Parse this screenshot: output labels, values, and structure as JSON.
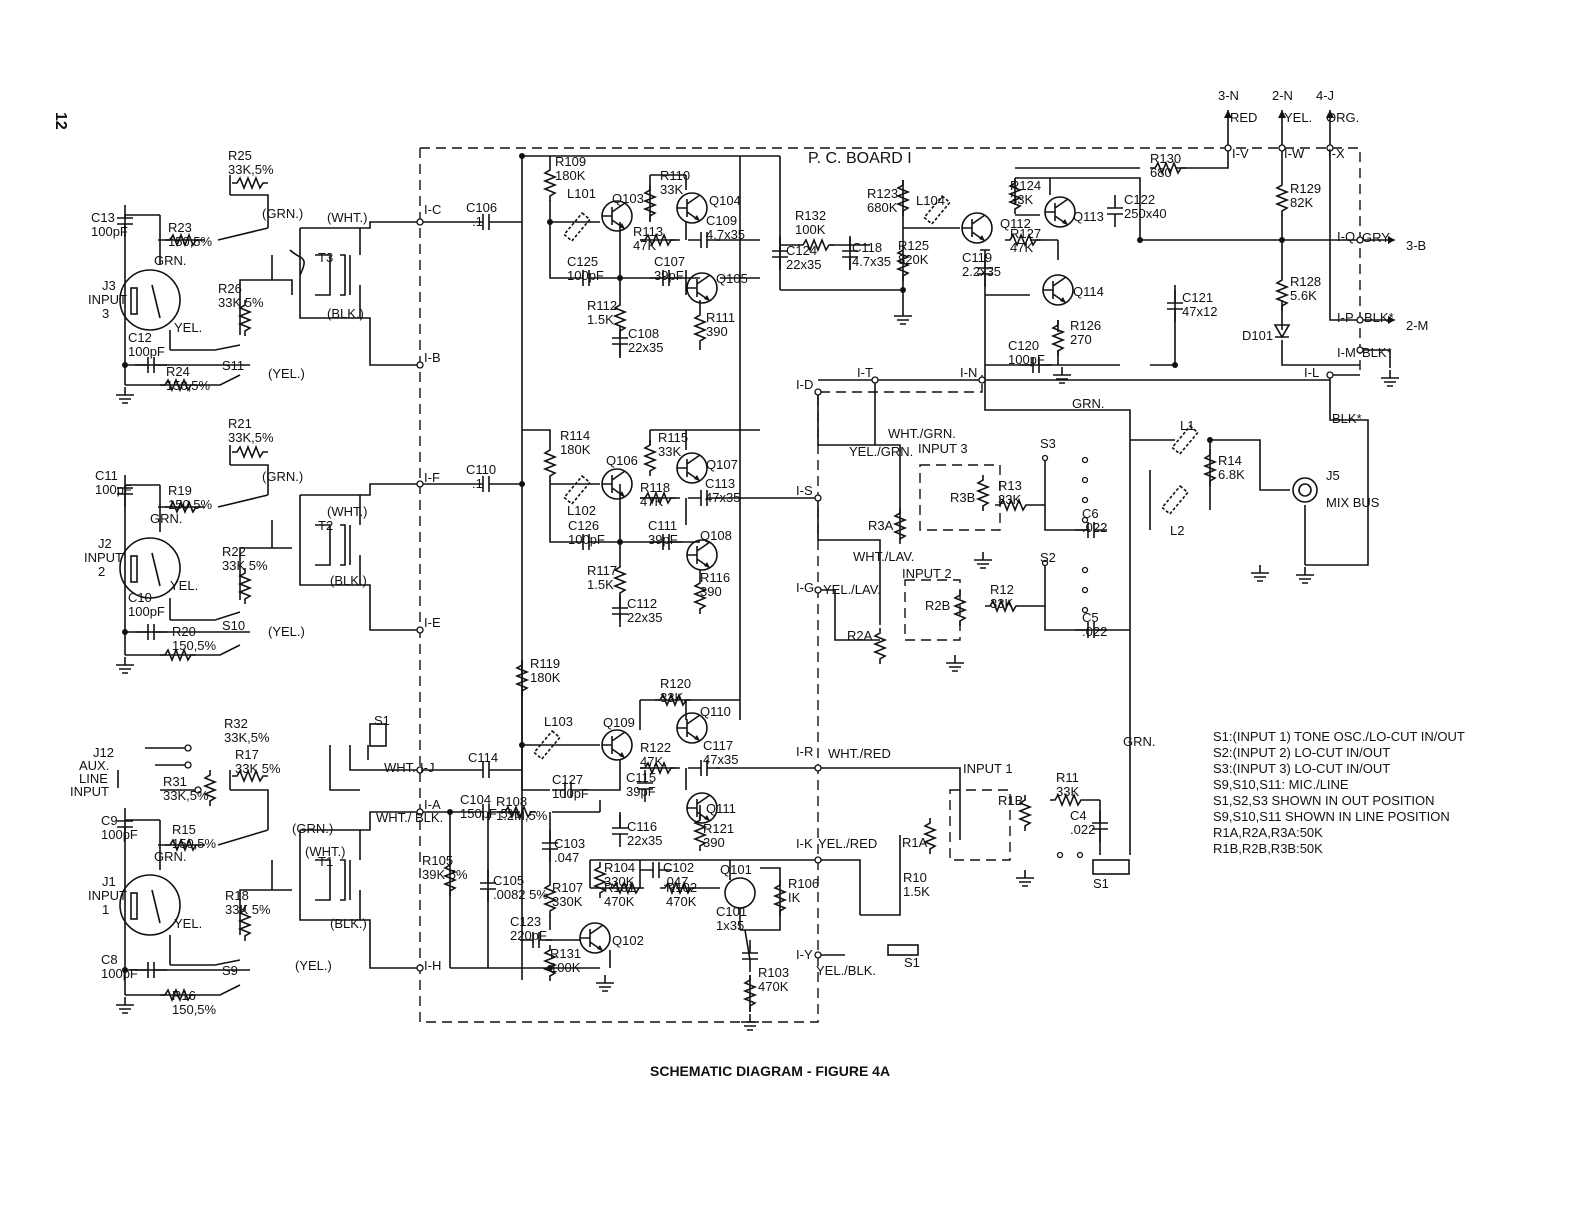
{
  "page_number": "12",
  "caption": "SCHEMATIC DIAGRAM - FIGURE 4A",
  "board_label": "P. C. BOARD I",
  "terminals": [
    {
      "id": "t_ic",
      "text": "I-C"
    },
    {
      "id": "t_ib",
      "text": "I-B"
    },
    {
      "id": "t_if",
      "text": "I-F"
    },
    {
      "id": "t_ie",
      "text": "I-E"
    },
    {
      "id": "t_ij",
      "text": "I-J"
    },
    {
      "id": "t_ia",
      "text": "I-A"
    },
    {
      "id": "t_ih",
      "text": "I-H"
    },
    {
      "id": "t_id",
      "text": "I-D"
    },
    {
      "id": "t_is",
      "text": "I-S"
    },
    {
      "id": "t_ig",
      "text": "I-G"
    },
    {
      "id": "t_ir",
      "text": "I-R"
    },
    {
      "id": "t_ik",
      "text": "I-K"
    },
    {
      "id": "t_iy",
      "text": "I-Y"
    },
    {
      "id": "t_it",
      "text": "I-T"
    },
    {
      "id": "t_in",
      "text": "I-N"
    },
    {
      "id": "t_il",
      "text": "I-L"
    },
    {
      "id": "t_iv",
      "text": "I-V"
    },
    {
      "id": "t_iw",
      "text": "I-W"
    },
    {
      "id": "t_ix",
      "text": "I-X"
    },
    {
      "id": "t_iq",
      "text": "I-Q"
    },
    {
      "id": "t_ip",
      "text": "I-P"
    },
    {
      "id": "t_im",
      "text": "I-M"
    }
  ],
  "external_connections": [
    {
      "id": "x_3n",
      "text": "3-N"
    },
    {
      "id": "x_2n",
      "text": "2-N"
    },
    {
      "id": "x_4j",
      "text": "4-J"
    },
    {
      "id": "x_3b",
      "text": "3-B"
    },
    {
      "id": "x_2m",
      "text": "2-M"
    }
  ],
  "wire_colors": [
    {
      "id": "c_red",
      "text": "RED"
    },
    {
      "id": "c_yel",
      "text": "YEL."
    },
    {
      "id": "c_org",
      "text": "ORG."
    },
    {
      "id": "c_gry",
      "text": "GRY."
    },
    {
      "id": "c_blk1",
      "text": "BLK*"
    },
    {
      "id": "c_blk2",
      "text": "BLK*"
    },
    {
      "id": "c_blk3",
      "text": "BLK*"
    },
    {
      "id": "c_grn",
      "text": "GRN."
    },
    {
      "id": "c_grn2",
      "text": "GRN."
    },
    {
      "id": "c_whtgrn",
      "text": "WHT./GRN."
    },
    {
      "id": "c_yelgrn",
      "text": "YEL./GRN."
    },
    {
      "id": "c_whtlav",
      "text": "WHT./LAV."
    },
    {
      "id": "c_yellav",
      "text": "YEL./LAV."
    },
    {
      "id": "c_whtred",
      "text": "WHT./RED"
    },
    {
      "id": "c_yelred",
      "text": "YEL./RED"
    },
    {
      "id": "c_yelblk",
      "text": "YEL./BLK."
    },
    {
      "id": "c_wht",
      "text": "WHT."
    },
    {
      "id": "c_whtblk",
      "text": "WHT./ BLK."
    },
    {
      "id": "c_t3w",
      "text": "(WHT.)"
    },
    {
      "id": "c_t3b",
      "text": "(BLK.)"
    },
    {
      "id": "c_t2w",
      "text": "(WHT.)"
    },
    {
      "id": "c_t2b",
      "text": "(BLK.)"
    },
    {
      "id": "c_t1w",
      "text": "(WHT.)"
    },
    {
      "id": "c_t1b",
      "text": "(BLK.)"
    },
    {
      "id": "c_j3g",
      "text": "(GRN.)"
    },
    {
      "id": "c_j3y",
      "text": "(YEL.)"
    },
    {
      "id": "c_j2g",
      "text": "(GRN.)"
    },
    {
      "id": "c_j2y",
      "text": "(YEL.)"
    },
    {
      "id": "c_j1g",
      "text": "(GRN.)"
    },
    {
      "id": "c_j1y",
      "text": "(YEL.)"
    }
  ],
  "components": [
    {
      "id": "r25",
      "ref": "R25",
      "val": "33K,5%"
    },
    {
      "id": "r23",
      "ref": "R23",
      "val": "150,5%"
    },
    {
      "id": "c13",
      "ref": "C13",
      "val": "100pF"
    },
    {
      "id": "r26",
      "ref": "R26",
      "val": "33K 5%"
    },
    {
      "id": "c12",
      "ref": "C12",
      "val": "100pF"
    },
    {
      "id": "r24",
      "ref": "R24",
      "val": "150,5%"
    },
    {
      "id": "r21",
      "ref": "R21",
      "val": "33K,5%"
    },
    {
      "id": "r19",
      "ref": "R19",
      "val": "150,5%"
    },
    {
      "id": "c11",
      "ref": "C11",
      "val": "100pF"
    },
    {
      "id": "r22",
      "ref": "R22",
      "val": "33K 5%"
    },
    {
      "id": "c10",
      "ref": "C10",
      "val": "100pF"
    },
    {
      "id": "r20",
      "ref": "R20",
      "val": "150,5%"
    },
    {
      "id": "r32",
      "ref": "R32",
      "val": "33K,5%"
    },
    {
      "id": "r31",
      "ref": "R31",
      "val": "33K,5%"
    },
    {
      "id": "r17",
      "ref": "R17",
      "val": "33K 5%"
    },
    {
      "id": "c9",
      "ref": "C9",
      "val": "100pF"
    },
    {
      "id": "r15",
      "ref": "R15",
      "val": "150,5%"
    },
    {
      "id": "r18",
      "ref": "R18",
      "val": "33K 5%"
    },
    {
      "id": "c8",
      "ref": "C8",
      "val": "100pF"
    },
    {
      "id": "r16",
      "ref": "R16",
      "val": "150,5%"
    },
    {
      "id": "c106",
      "ref": "C106",
      "val": ".1"
    },
    {
      "id": "c110",
      "ref": "C110",
      "val": ".1"
    },
    {
      "id": "r109",
      "ref": "R109",
      "val": "180K"
    },
    {
      "id": "r110",
      "ref": "R110",
      "val": "33K"
    },
    {
      "id": "r113",
      "ref": "R113",
      "val": "47K"
    },
    {
      "id": "c109",
      "ref": "C109",
      "val": "4.7x35"
    },
    {
      "id": "c125",
      "ref": "C125",
      "val": "100pF"
    },
    {
      "id": "c107",
      "ref": "C107",
      "val": "39pF"
    },
    {
      "id": "r112",
      "ref": "R112",
      "val": "1.5K"
    },
    {
      "id": "r111",
      "ref": "R111",
      "val": "390"
    },
    {
      "id": "c108",
      "ref": "C108",
      "val": "22x35"
    },
    {
      "id": "r114",
      "ref": "R114",
      "val": "180K"
    },
    {
      "id": "r115",
      "ref": "R115",
      "val": "33K"
    },
    {
      "id": "r118",
      "ref": "R118",
      "val": "47K"
    },
    {
      "id": "c113",
      "ref": "C113",
      "val": "47x35"
    },
    {
      "id": "c126",
      "ref": "C126",
      "val": "100pF"
    },
    {
      "id": "c111",
      "ref": "C111",
      "val": "39pF"
    },
    {
      "id": "r117",
      "ref": "R117",
      "val": "1.5K"
    },
    {
      "id": "r116",
      "ref": "R116",
      "val": "390"
    },
    {
      "id": "c112",
      "ref": "C112",
      "val": "22x35"
    },
    {
      "id": "r119",
      "ref": "R119",
      "val": "180K"
    },
    {
      "id": "r120",
      "ref": "R120",
      "val": "33K"
    },
    {
      "id": "r122",
      "ref": "R122",
      "val": "47K"
    },
    {
      "id": "c117",
      "ref": "C117",
      "val": "47x35"
    },
    {
      "id": "c115",
      "ref": "C115",
      "val": "39pF"
    },
    {
      "id": "c114",
      "ref": "C114",
      "val": ""
    },
    {
      "id": "c127",
      "ref": "C127",
      "val": "100pF"
    },
    {
      "id": "c104",
      "ref": "C104",
      "val": "150pF 5%"
    },
    {
      "id": "r108",
      "ref": "R108",
      "val": "1.2M,5%"
    },
    {
      "id": "c103",
      "ref": "C103",
      "val": ".047"
    },
    {
      "id": "c116",
      "ref": "C116",
      "val": "22x35"
    },
    {
      "id": "r121",
      "ref": "R121",
      "val": "390"
    },
    {
      "id": "r105",
      "ref": "R105",
      "val": "39K 5%"
    },
    {
      "id": "c105",
      "ref": "C105",
      "val": ".0082 5%"
    },
    {
      "id": "r107",
      "ref": "R107",
      "val": "330K"
    },
    {
      "id": "r104",
      "ref": "R104",
      "val": "330K"
    },
    {
      "id": "c102",
      "ref": "C102",
      "val": ".047"
    },
    {
      "id": "r101",
      "ref": "R101",
      "val": "470K"
    },
    {
      "id": "r102",
      "ref": "R102",
      "val": "470K"
    },
    {
      "id": "r106",
      "ref": "R106",
      "val": "IK"
    },
    {
      "id": "c123",
      "ref": "C123",
      "val": "220pF"
    },
    {
      "id": "r131",
      "ref": "R131",
      "val": "100K"
    },
    {
      "id": "c101",
      "ref": "C101",
      "val": "1x35"
    },
    {
      "id": "r103",
      "ref": "R103",
      "val": "470K"
    },
    {
      "id": "r132",
      "ref": "R132",
      "val": "100K"
    },
    {
      "id": "c124",
      "ref": "C124",
      "val": "22x35"
    },
    {
      "id": "r123",
      "ref": "R123",
      "val": "680K"
    },
    {
      "id": "c118",
      "ref": "C118",
      "val": "4.7x35"
    },
    {
      "id": "r125",
      "ref": "R125",
      "val": "820K"
    },
    {
      "id": "r124",
      "ref": "R124",
      "val": "33K"
    },
    {
      "id": "r127",
      "ref": "R127",
      "val": "47K"
    },
    {
      "id": "c119",
      "ref": "C119",
      "val": "2.2x35"
    },
    {
      "id": "r130",
      "ref": "R130",
      "val": "680"
    },
    {
      "id": "c122",
      "ref": "C122",
      "val": "250x40"
    },
    {
      "id": "r129",
      "ref": "R129",
      "val": "82K"
    },
    {
      "id": "r128",
      "ref": "R128",
      "val": "5.6K"
    },
    {
      "id": "c121",
      "ref": "C121",
      "val": "47x12"
    },
    {
      "id": "r126",
      "ref": "R126",
      "val": "270"
    },
    {
      "id": "c120",
      "ref": "C120",
      "val": "100pF"
    },
    {
      "id": "r14",
      "ref": "R14",
      "val": "6.8K"
    },
    {
      "id": "r13",
      "ref": "R13",
      "val": "33K"
    },
    {
      "id": "c6",
      "ref": "C6",
      "val": ".022"
    },
    {
      "id": "r12",
      "ref": "R12",
      "val": "33K"
    },
    {
      "id": "c5",
      "ref": "C5",
      "val": ".022"
    },
    {
      "id": "r11",
      "ref": "R11",
      "val": "33K"
    },
    {
      "id": "c4",
      "ref": "C4",
      "val": ".022"
    },
    {
      "id": "r10",
      "ref": "R10",
      "val": "1.5K"
    }
  ],
  "parts": [
    {
      "id": "q103",
      "text": "Q103"
    },
    {
      "id": "q104",
      "text": "Q104"
    },
    {
      "id": "q105",
      "text": "Q105"
    },
    {
      "id": "q106",
      "text": "Q106"
    },
    {
      "id": "q107",
      "text": "Q107"
    },
    {
      "id": "q108",
      "text": "Q108"
    },
    {
      "id": "q109",
      "text": "Q109"
    },
    {
      "id": "q110",
      "text": "Q110"
    },
    {
      "id": "q111",
      "text": "Q111"
    },
    {
      "id": "q101",
      "text": "Q101"
    },
    {
      "id": "q102",
      "text": "Q102"
    },
    {
      "id": "q112",
      "text": "Q112"
    },
    {
      "id": "q113",
      "text": "Q113"
    },
    {
      "id": "q114",
      "text": "Q114"
    },
    {
      "id": "l101",
      "text": "L101"
    },
    {
      "id": "l102",
      "text": "L102"
    },
    {
      "id": "l103",
      "text": "L103"
    },
    {
      "id": "l104",
      "text": "L104"
    },
    {
      "id": "l1",
      "text": "L1"
    },
    {
      "id": "l2",
      "text": "L2"
    },
    {
      "id": "d101",
      "text": "D101"
    },
    {
      "id": "t3",
      "text": "T3"
    },
    {
      "id": "t2",
      "text": "T2"
    },
    {
      "id": "t1",
      "text": "T1"
    },
    {
      "id": "s11",
      "text": "S11"
    },
    {
      "id": "s10",
      "text": "S10"
    },
    {
      "id": "s9",
      "text": "S9"
    },
    {
      "id": "s1a",
      "text": "S1"
    },
    {
      "id": "s1b",
      "text": "S1"
    },
    {
      "id": "s1c",
      "text": "S1"
    },
    {
      "id": "s2",
      "text": "S2"
    },
    {
      "id": "s3",
      "text": "S3"
    },
    {
      "id": "r3a",
      "text": "R3A"
    },
    {
      "id": "r3b",
      "text": "R3B"
    },
    {
      "id": "r2a",
      "text": "R2A"
    },
    {
      "id": "r2b",
      "text": "R2B"
    },
    {
      "id": "r1a",
      "text": "R1A"
    },
    {
      "id": "r1b",
      "text": "R1B"
    },
    {
      "id": "inp3",
      "text": "INPUT 3"
    },
    {
      "id": "inp2",
      "text": "INPUT 2"
    },
    {
      "id": "inp1",
      "text": "INPUT 1"
    },
    {
      "id": "j5",
      "text": "J5"
    },
    {
      "id": "j5b",
      "text": "MIX BUS"
    }
  ],
  "jacks": [
    {
      "id": "j3",
      "label": "J3",
      "sub": "INPUT 3",
      "grn": "GRN.",
      "yel": "YEL."
    },
    {
      "id": "j2",
      "label": "J2",
      "sub": "INPUT 2",
      "grn": "GRN.",
      "yel": "YEL."
    },
    {
      "id": "j1",
      "label": "J1",
      "sub": "INPUT 1",
      "grn": "GRN.",
      "yel": "YEL."
    }
  ],
  "aux_input": {
    "label": "J12",
    "lines": [
      "AUX.",
      "LINE",
      "INPUT"
    ]
  },
  "notes": [
    "S1:(INPUT 1) TONE OSC./LO-CUT    IN/OUT",
    "S2:(INPUT 2) LO-CUT    IN/OUT",
    "S3:(INPUT 3) LO-CUT    IN/OUT",
    "S9,S10,S11: MIC./LINE",
    "S1,S2,S3 SHOWN IN OUT POSITION",
    "S9,S10,S11 SHOWN IN LINE POSITION",
    "R1A,R2A,R3A:50K",
    "R1B,R2B,R3B:50K"
  ]
}
